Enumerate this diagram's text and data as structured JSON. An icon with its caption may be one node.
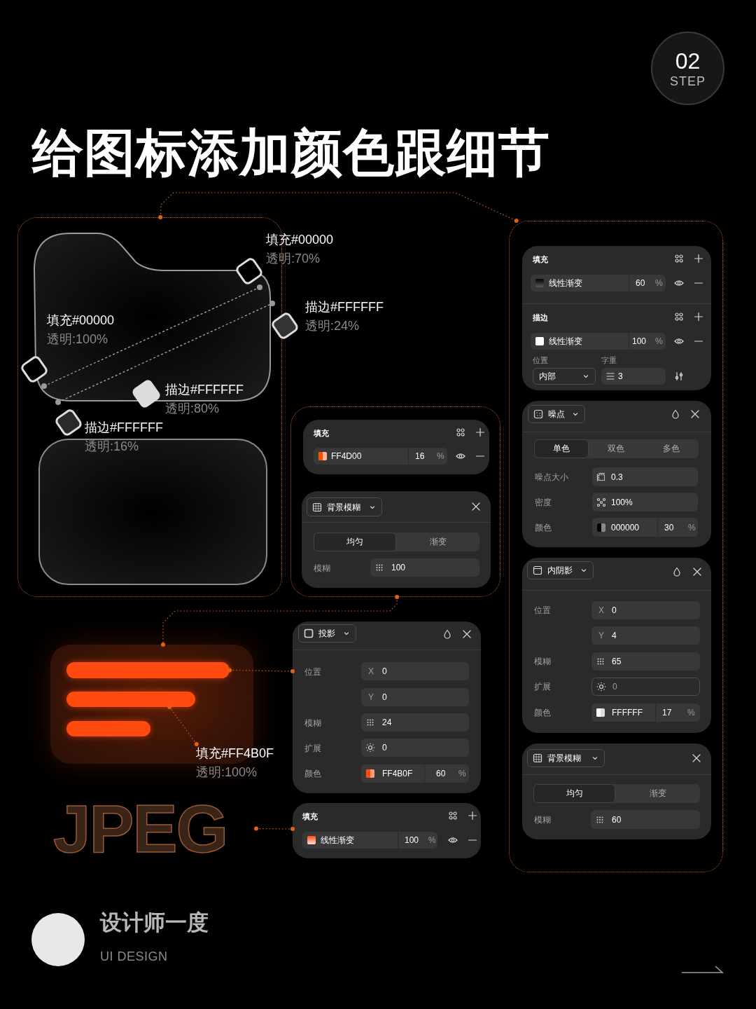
{
  "diagram": {
    "title": "给图标添加颜色跟细节",
    "nodes": [
      {
        "text": [
          "02",
          "STEP"
        ]
      },
      {
        "text": [],
        "shape": "box"
      },
      {
        "text": [],
        "shape": "box"
      },
      {
        "text": [
          "填充",
          "FF4D00",
          "16",
          "%"
        ],
        "in": 2
      },
      {
        "text": [
          "背景模糊",
          "均匀",
          "渐变",
          "模糊",
          "100"
        ],
        "in": 2
      },
      {
        "text": [],
        "shape": "box"
      },
      {
        "text": [
          "填充",
          "线性渐变",
          "60",
          "%",
          "描边",
          "线性渐变",
          "100",
          "%",
          "位置",
          "字重",
          "内部",
          "3"
        ],
        "in": 5
      },
      {
        "text": [
          "噪点",
          "单色",
          "双色",
          "多色",
          "噪点大小",
          "0.3",
          "密度",
          "100%",
          "颜色",
          "000000",
          "30",
          "%"
        ],
        "in": 5
      },
      {
        "text": [
          "内阴影",
          "位置",
          "X",
          "0",
          "Y",
          "4",
          "模糊",
          "65",
          "扩展",
          "0",
          "颜色",
          "FFFFFF",
          "17",
          "%"
        ],
        "in": 5
      },
      {
        "text": [
          "背景模糊",
          "均匀",
          "渐变",
          "模糊",
          "60"
        ],
        "in": 5
      },
      {
        "text": [],
        "shape": "box"
      },
      {
        "text": [],
        "shape": "bar",
        "in": 10
      },
      {
        "text": [],
        "shape": "bar",
        "in": 10
      },
      {
        "text": [],
        "shape": "bar",
        "in": 10
      },
      {
        "text": [
          "填充#FF4B0F",
          "透明:100%"
        ]
      },
      {
        "text": [
          "投影",
          "位置",
          "X",
          "0",
          "Y",
          "0",
          "模糊",
          "24",
          "扩展",
          "0",
          "颜色",
          "FF4B0F",
          "60",
          "%"
        ]
      },
      {
        "text": [
          "填充",
          "线性渐变",
          "100",
          "%"
        ]
      },
      {
        "text": [
          "JPEG"
        ]
      }
    ],
    "edges": [
      {
        "from": 1,
        "to": 5,
        "arrow": "other",
        "style": "dashed"
      },
      {
        "from": 2,
        "to": 10,
        "arrow": "other",
        "style": "dashed"
      },
      {
        "from": 11,
        "to": 15,
        "arrow": "other",
        "style": "dashed"
      },
      {
        "from": 17,
        "to": 16,
        "arrow": "other",
        "style": "dashed"
      },
      {
        "from": 14,
        "to": 12,
        "arrow": "other",
        "style": "dashed"
      }
    ],
    "labels": [
      "填充#00000",
      "透明:70%",
      "描边#FFFFFF",
      "透明:24%",
      "填充#00000",
      "透明:100%",
      "描边#FFFFFF",
      "透明:80%",
      "描边#FFFFFF",
      "透明:16%",
      "设计师一度",
      "UI DESIGN"
    ]
  }
}
